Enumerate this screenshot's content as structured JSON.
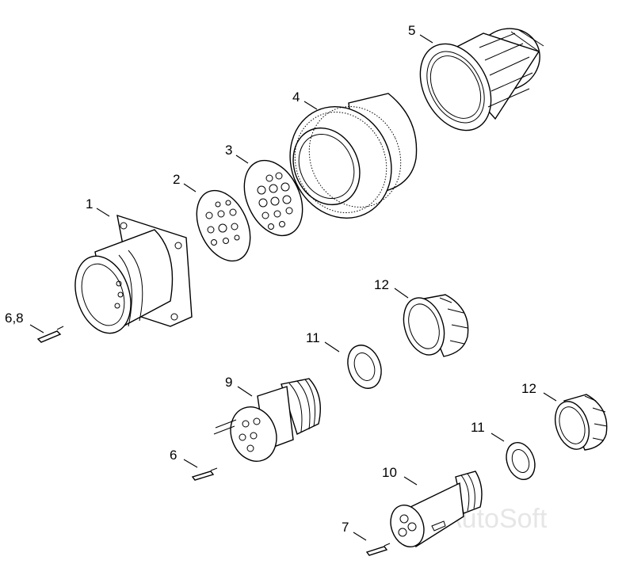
{
  "diagram": {
    "watermark": "AutoSoft",
    "callouts": {
      "p1": "1",
      "p2": "2",
      "p3": "3",
      "p4": "4",
      "p5": "5",
      "p6_8": "6,8",
      "p6": "6",
      "p7": "7",
      "p9": "9",
      "p10": "10",
      "p11a": "11",
      "p11b": "11",
      "p12a": "12",
      "p12b": "12"
    }
  }
}
